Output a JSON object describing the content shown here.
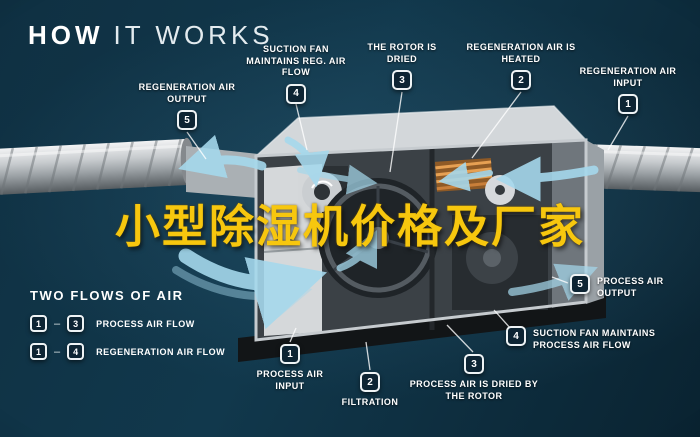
{
  "title": {
    "word_bold": "HOW",
    "word_light": "IT WORKS"
  },
  "overlay_text": "小型除湿机价格及厂家",
  "legend": {
    "heading": "TWO FLOWS OF AIR",
    "dash": "–",
    "rows": [
      {
        "start": "1",
        "end": "3",
        "label": "PROCESS AIR FLOW"
      },
      {
        "start": "1",
        "end": "4",
        "label": "REGENERATION AIR FLOW"
      }
    ]
  },
  "callouts": [
    {
      "num": "5",
      "label": "REGENERATION AIR OUTPUT"
    },
    {
      "num": "4",
      "label": "SUCTION FAN MAINTAINS REG. AIR FLOW"
    },
    {
      "num": "3",
      "label": "THE ROTOR IS DRIED"
    },
    {
      "num": "2",
      "label": "REGENERATION AIR IS HEATED"
    },
    {
      "num": "1",
      "label": "REGENERATION AIR INPUT"
    },
    {
      "num": "5",
      "label": "PROCESS AIR OUTPUT"
    },
    {
      "num": "4",
      "label": "SUCTION FAN MAINTAINS PROCESS AIR FLOW"
    },
    {
      "num": "1",
      "label": "PROCESS AIR INPUT"
    },
    {
      "num": "2",
      "label": "FILTRATION"
    },
    {
      "num": "3",
      "label": "PROCESS AIR IS DRIED BY THE ROTOR"
    }
  ],
  "colors": {
    "background": "#10374a",
    "arrow_blue": "#a5d8ec",
    "overlay_yellow": "#f7c70e",
    "badge_border": "#eef3f5"
  }
}
